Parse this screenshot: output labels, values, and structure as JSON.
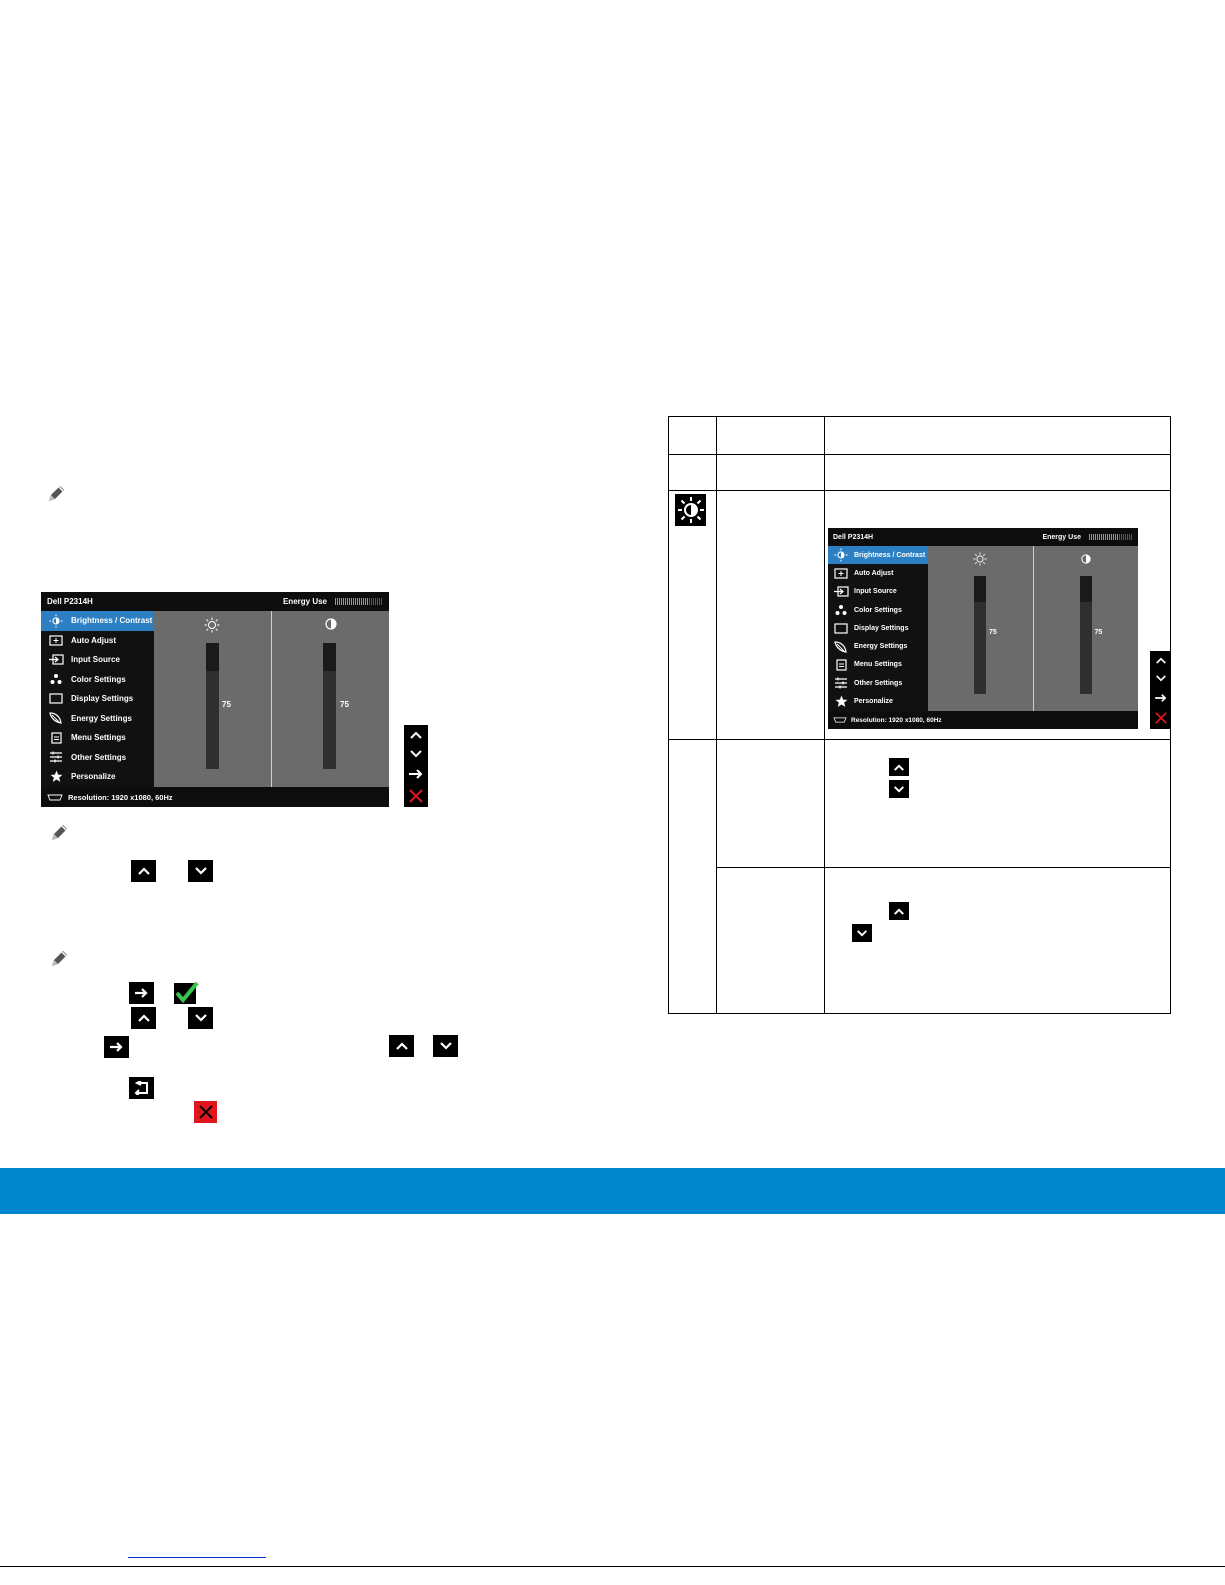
{
  "osd": {
    "model": "Dell P2314H",
    "energy_label": "Energy Use",
    "energy_level_fraction": 0.7,
    "menu": [
      {
        "label": "Brightness / Contrast",
        "icon": "brightness-contrast-icon",
        "active": true
      },
      {
        "label": "Auto Adjust",
        "icon": "auto-adjust-icon",
        "active": false
      },
      {
        "label": "Input Source",
        "icon": "input-source-icon",
        "active": false
      },
      {
        "label": "Color Settings",
        "icon": "color-settings-icon",
        "active": false
      },
      {
        "label": "Display Settings",
        "icon": "display-settings-icon",
        "active": false
      },
      {
        "label": "Energy Settings",
        "icon": "energy-settings-icon",
        "active": false
      },
      {
        "label": "Menu Settings",
        "icon": "menu-settings-icon",
        "active": false
      },
      {
        "label": "Other Settings",
        "icon": "other-settings-icon",
        "active": false
      },
      {
        "label": "Personalize",
        "icon": "personalize-icon",
        "active": false
      }
    ],
    "brightness_value": "75",
    "contrast_value": "75",
    "resolution": "Resolution:  1920 x1080, 60Hz",
    "colors": {
      "active_item": "#2b7fc2",
      "energy_on": "#4fcf3e",
      "footer_band": "#0086cc",
      "close_button": "#e0161c"
    }
  },
  "buttons": {
    "up_icon": "chevron-up-icon",
    "down_icon": "chevron-down-icon",
    "enter_icon": "arrow-right-icon",
    "confirm_icon": "check-icon",
    "back_icon": "back-arrow-icon",
    "close_icon": "close-icon"
  }
}
